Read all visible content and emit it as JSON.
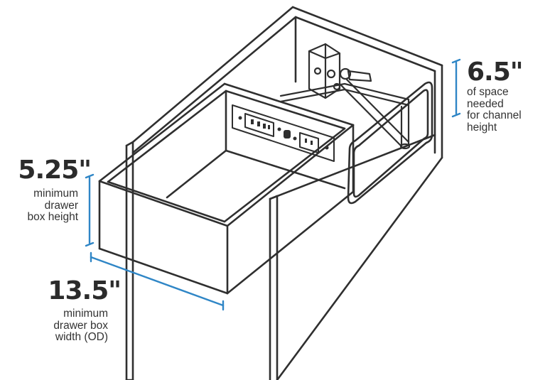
{
  "annotations": {
    "channel": {
      "value": "6.5\"",
      "caption": [
        "of space",
        "needed",
        "for channel",
        "height"
      ]
    },
    "drawer_height": {
      "value": "5.25\"",
      "caption": [
        "minimum",
        "drawer",
        "box height"
      ]
    },
    "drawer_width": {
      "value": "13.5\"",
      "caption": [
        "minimum",
        "drawer box",
        "width (OD)"
      ]
    }
  },
  "colors": {
    "line": "#2f2f2f",
    "dimension": "#2f86c6",
    "background": "#ffffff"
  },
  "icons": [
    "outlet-panel-icon",
    "junction-box-icon"
  ]
}
